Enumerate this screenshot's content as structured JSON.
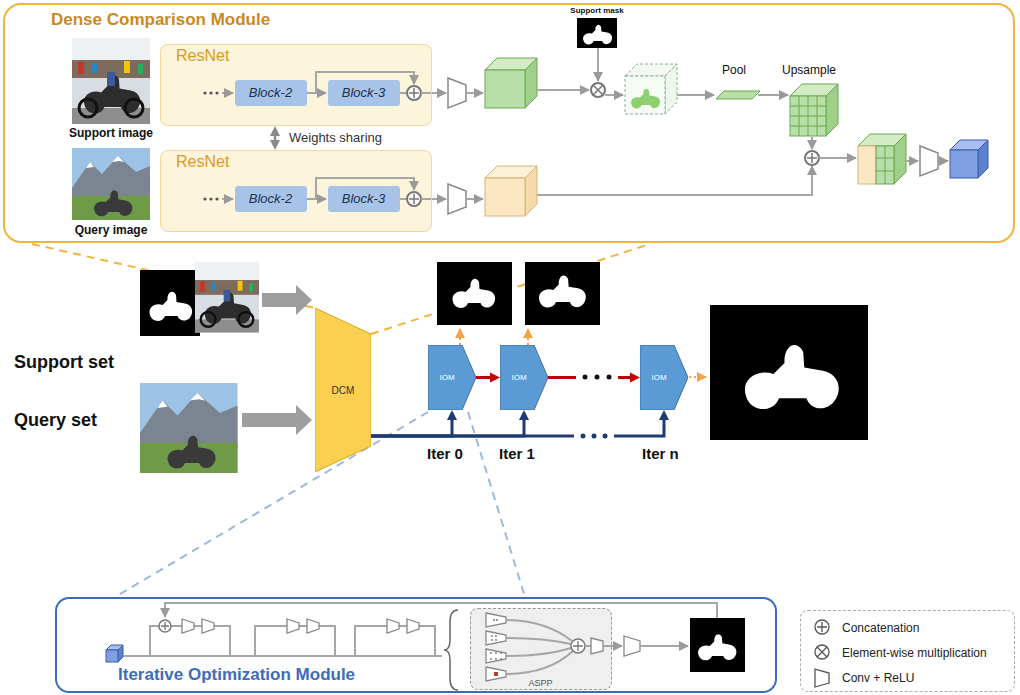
{
  "diagram": {
    "nodes": [
      {
        "text": [
          "Dense Comparison Module"
        ]
      },
      {
        "text": [
          "ResNet"
        ],
        "in": 0
      },
      {
        "text": [
          "Block-2"
        ],
        "in": 1
      },
      {
        "text": [
          "Block-3"
        ],
        "in": 1
      },
      {
        "text": [
          "ResNet"
        ],
        "in": 0
      },
      {
        "text": [
          "Block-2"
        ],
        "in": 4
      },
      {
        "text": [
          "Block-3"
        ],
        "in": 4
      },
      {
        "text": [
          "DCM"
        ]
      },
      {
        "text": [
          "IOM"
        ]
      },
      {
        "text": [
          "IOM"
        ]
      },
      {
        "text": [
          "IOM"
        ]
      },
      {
        "text": [
          "Iterative Optimization Module"
        ]
      },
      {
        "text": [
          "ASPP"
        ],
        "in": 11
      }
    ],
    "edges": [
      {
        "from": 1,
        "to": 4,
        "arrow": "both",
        "label": "Weights sharing"
      },
      {
        "from": 7,
        "to": 8,
        "arrow": "to"
      },
      {
        "from": 7,
        "to": 9,
        "arrow": "to"
      },
      {
        "from": 7,
        "to": 10,
        "arrow": "to"
      },
      {
        "from": 8,
        "to": 9,
        "arrow": "to"
      },
      {
        "from": 9,
        "to": 10,
        "arrow": "to"
      }
    ],
    "labels": [
      "Support mask",
      "Support image",
      "Query image",
      "Pool",
      "Upsample",
      "Support set",
      "Query set",
      "Iter 0",
      "Iter 1",
      "Iter n"
    ],
    "legend": [
      {
        "text": "Concatenation"
      },
      {
        "text": "Element-wise multiplication"
      },
      {
        "text": "Conv + ReLU"
      }
    ]
  }
}
